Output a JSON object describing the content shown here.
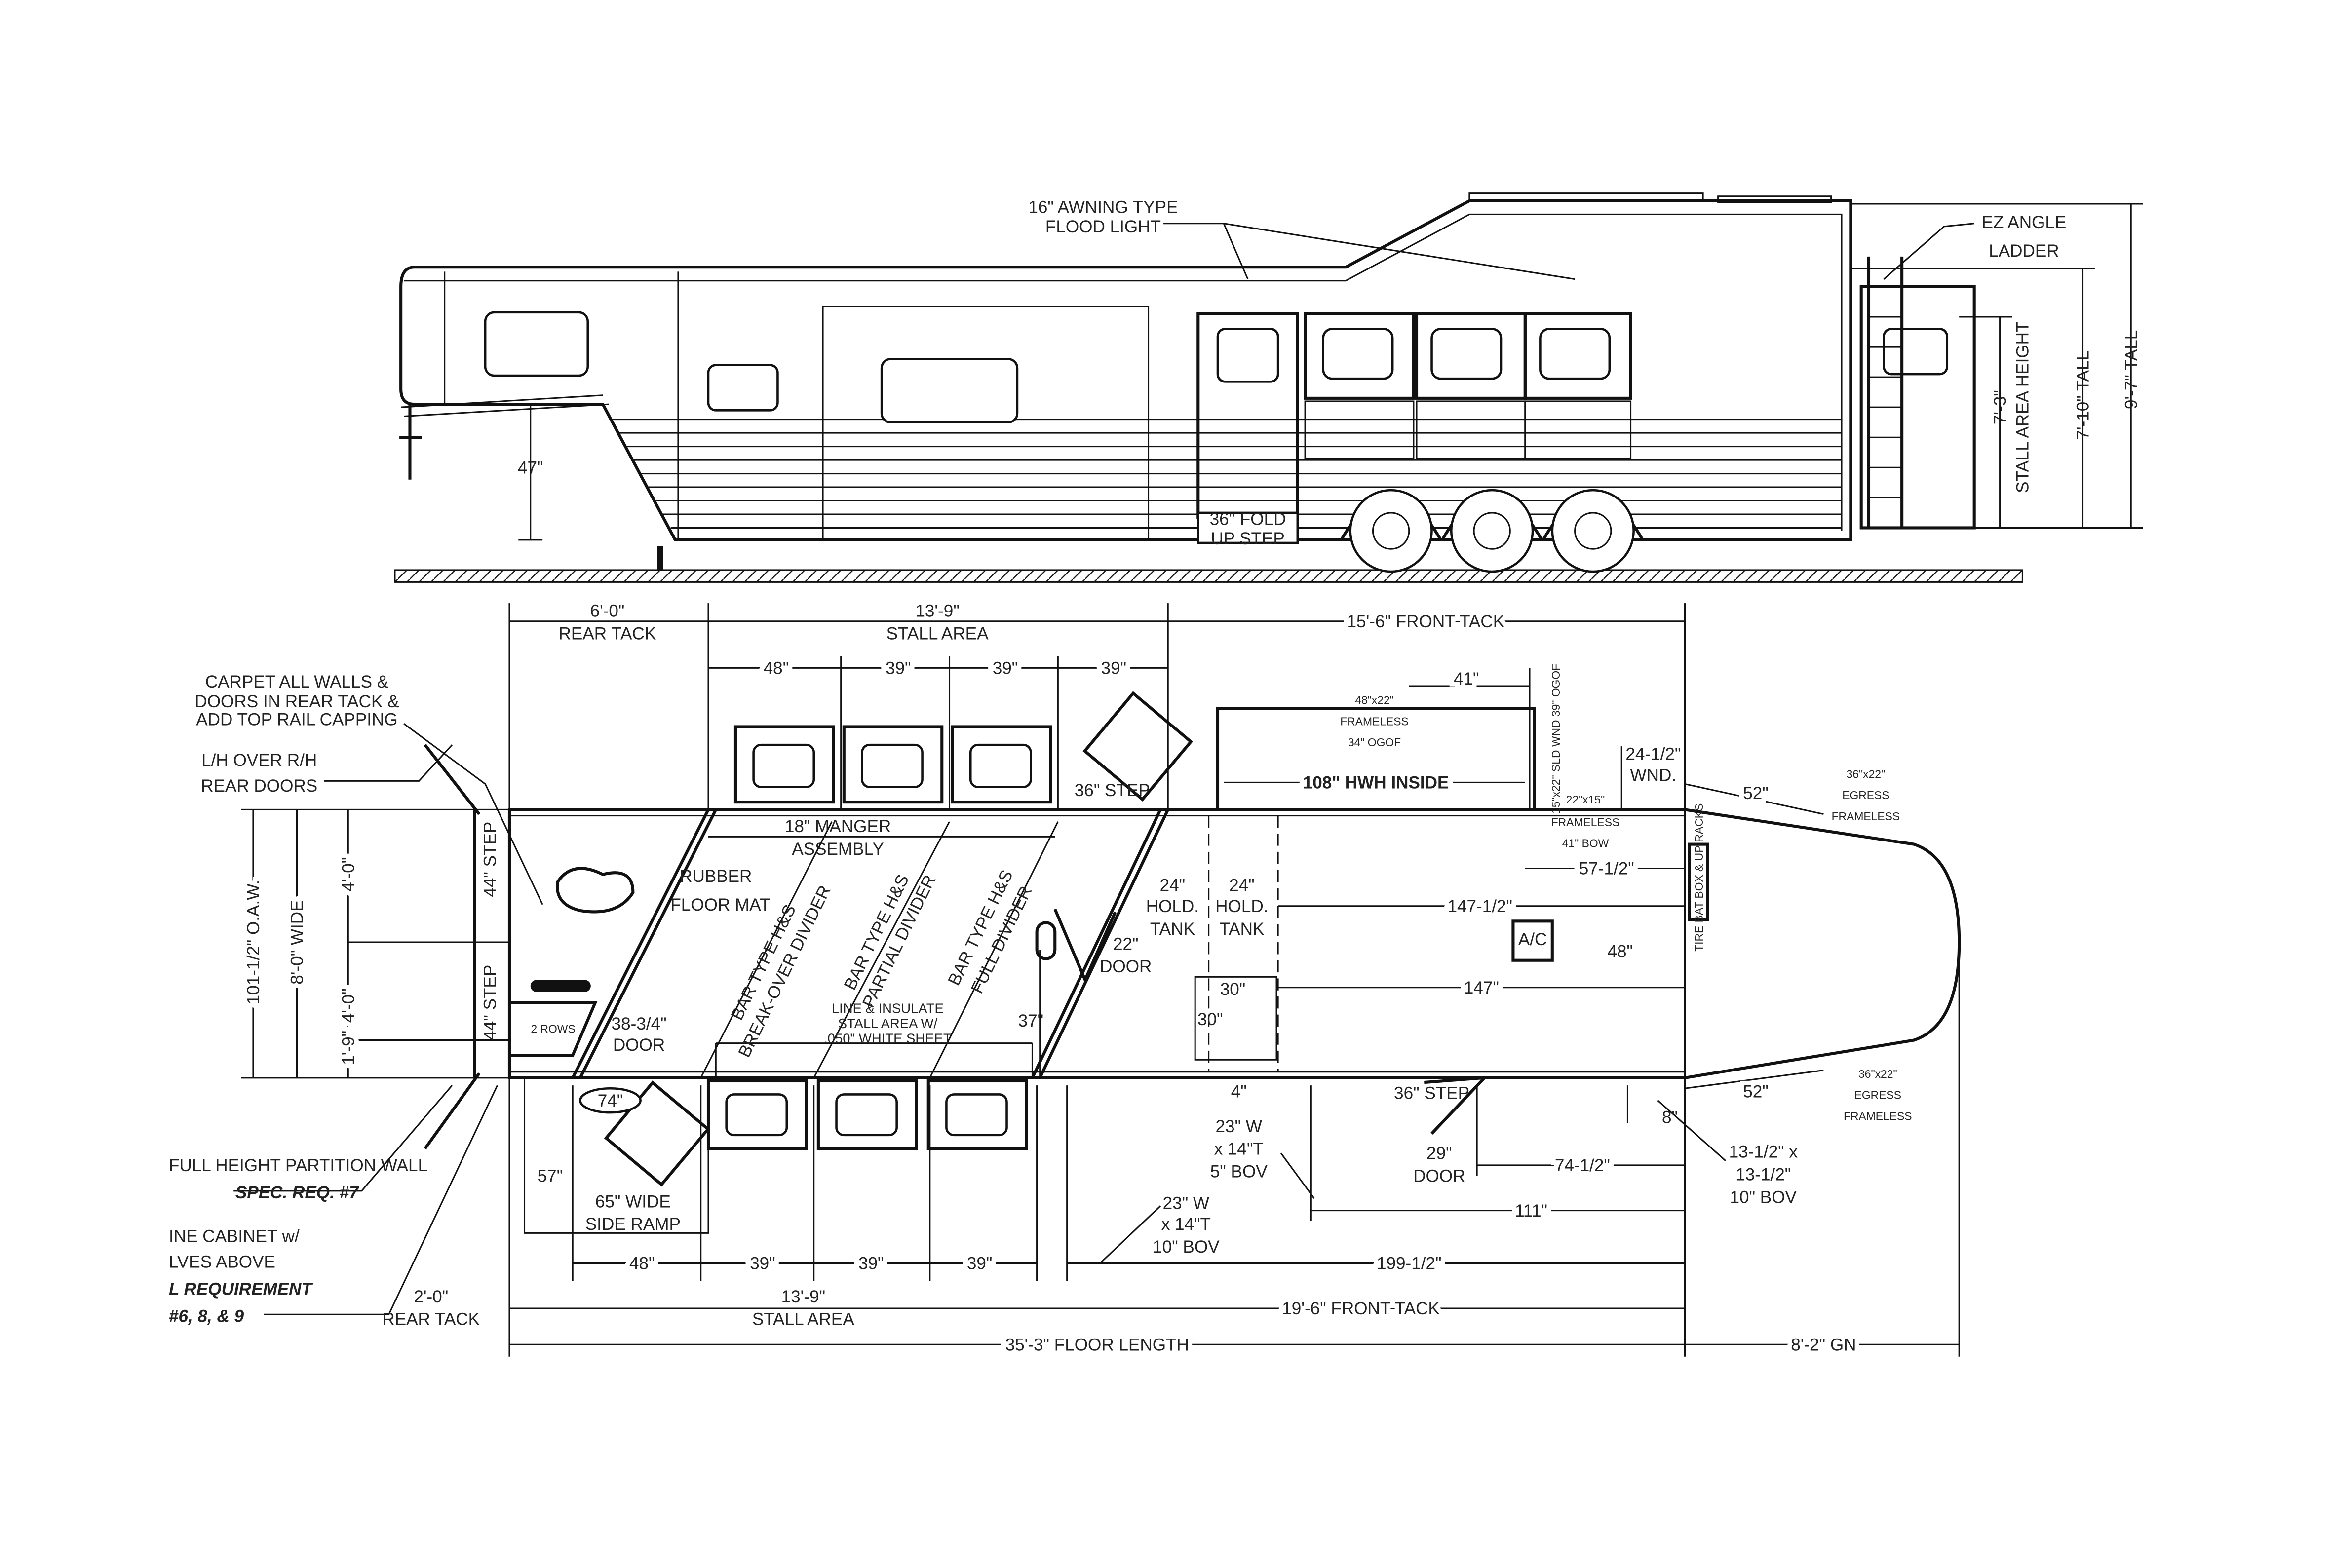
{
  "elevation": {
    "flood_light": [
      "16\" AWNING TYPE",
      "FLOOD LIGHT"
    ],
    "ladder": [
      "EZ ANGLE",
      "LADDER"
    ],
    "neck_height": "47\"",
    "fold_step": [
      "36\" FOLD",
      "UP STEP"
    ],
    "stall_height": [
      "7'-3\"",
      "STALL AREA HEIGHT"
    ],
    "tall_710": "7'-10\" TALL",
    "tall_97": "9'-7\" TALL"
  },
  "plan": {
    "top_dims": {
      "rear_tack": [
        "6'-0\"",
        "REAR TACK"
      ],
      "stall_area": [
        "13'-9\"",
        "STALL AREA"
      ],
      "front_tack": "15'-6\" FRONT TACK",
      "stall_widths": [
        "48\"",
        "39\"",
        "39\"",
        "39\""
      ],
      "dim_41": "41\""
    },
    "window_48x22": [
      "48\"x22\"",
      "FRAMELESS",
      "34\" OGOF"
    ],
    "sld_wnd": "15\"x22\" SLD WND 39\" OGOF",
    "wnd_24": [
      "24-1/2\"",
      "WND."
    ],
    "hwh": "108\" HWH INSIDE",
    "egress_top": [
      "52\"",
      "36\"x22\"",
      "EGRESS",
      "FRAMELESS"
    ],
    "window_22x15": [
      "22\"x15\"",
      "FRAMELESS",
      "41\" BOW"
    ],
    "dim_57_5": "57-1/2\"",
    "step_top": "36\" STEP",
    "manger": [
      "18\" MANGER",
      "ASSEMBLY"
    ],
    "carpet_note": [
      "CARPET ALL WALLS &",
      "DOORS IN REAR TACK &",
      "ADD TOP RAIL CAPPING"
    ],
    "rear_doors": [
      "L/H OVER R/H",
      "REAR DOORS"
    ],
    "floor_mat": [
      "RUBBER",
      "FLOOR MAT"
    ],
    "dividers": [
      [
        "BAR TYPE H&S",
        "BREAK-OVER DIVIDER"
      ],
      [
        "BAR TYPE H&S",
        "PARTIAL DIVIDER"
      ],
      [
        "BAR TYPE H&S",
        "FULL DIVIDER"
      ]
    ],
    "hold_tanks": [
      [
        "24\"",
        "HOLD.",
        "TANK"
      ],
      [
        "24\"",
        "HOLD.",
        "TANK"
      ]
    ],
    "dim_147_5": "147-1/2\"",
    "battery_box": "TIRE BAT BOX & UP RACKS",
    "ac": "A/C",
    "dim_48_ac": "48\"",
    "door_22": [
      "22\"",
      "DOOR"
    ],
    "dim_30a": "30\"",
    "dim_30b": "30\"",
    "dim_147": "147\"",
    "line_insulate": [
      "LINE & INSULATE",
      "STALL AREA W/",
      ".050\" WHITE SHEET"
    ],
    "dim_37": "37\"",
    "door_38": [
      "38-3/4\"",
      "DOOR"
    ],
    "two_rows": "2 ROWS",
    "step_44a": "44\" STEP",
    "step_44b": "44\" STEP",
    "width_dims": [
      "101-1/2\" O.A.W.",
      "8'-0\" WIDE",
      "4'-0\"",
      "4'-0\"",
      "1'-9\""
    ],
    "dim_74": "74\"",
    "dim_4": "4\"",
    "step_bottom": "36\" STEP",
    "egress_bottom": [
      "52\"",
      "36\"x22\"",
      "EGRESS",
      "FRAMELESS"
    ],
    "dim_8": "8\"",
    "partition": [
      "FULL HEIGHT PARTITION WALL",
      "SPEC. REQ. #7"
    ],
    "cabinet_note": [
      "INE CABINET w/",
      "LVES ABOVE",
      "L REQUIREMENT",
      "#6, 8, & 9"
    ],
    "dim_57": "57\"",
    "side_ramp": [
      "65\" WIDE",
      "SIDE RAMP"
    ],
    "vent_5": [
      "23\" W",
      "x 14\"T",
      "5\" BOV"
    ],
    "door_29": [
      "29\"",
      "DOOR"
    ],
    "dim_74_5": "74-1/2\"",
    "vent_13": [
      "13-1/2\" x",
      "13-1/2\"",
      "10\" BOV"
    ],
    "dim_111": "111\"",
    "vent_10": [
      "23\" W",
      "x 14\"T",
      "10\" BOV"
    ],
    "bottom_stall_widths": [
      "48\"",
      "39\"",
      "39\"",
      "39\""
    ],
    "dim_199_5": "199-1/2\"",
    "bottom_dims": {
      "rear_tack": [
        "2'-0\"",
        "REAR TACK"
      ],
      "stall_area": [
        "13'-9\"",
        "STALL AREA"
      ],
      "front_tack": "19'-6\" FRONT TACK",
      "floor_length": "35'-3\" FLOOR LENGTH",
      "gn": "8'-2\" GN"
    }
  }
}
